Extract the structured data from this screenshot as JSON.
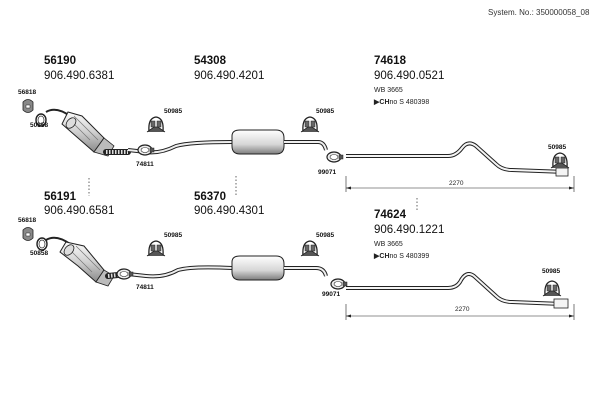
{
  "header": {
    "system_no": "System. No.: 350000058_08"
  },
  "parts": {
    "p56190": {
      "no": "56190",
      "oe": "906.490.6381"
    },
    "p54308": {
      "no": "54308",
      "oe": "906.490.4201"
    },
    "p74618": {
      "no": "74618",
      "oe": "906.490.0521",
      "wb": "WB 3665",
      "ch_prefix": "▶CH",
      "ch_suffix": "no",
      "cert": "S 480398",
      "length": "2270"
    },
    "p56191": {
      "no": "56191",
      "oe": "906.490.6581"
    },
    "p56370": {
      "no": "56370",
      "oe": "906.490.4301"
    },
    "p74624": {
      "no": "74624",
      "oe": "906.490.1221",
      "wb": "WB 3665",
      "ch_prefix": "▶CH",
      "ch_suffix": "no",
      "cert": "S 480399",
      "length": "2270"
    }
  },
  "accessories": {
    "a56818": "56818",
    "a50858": "50858",
    "a74811": "74811",
    "a50985": "50985",
    "a99071": "99071"
  },
  "colors": {
    "line": "#222222",
    "fill": "#f2f2f2",
    "shade": "#9a9a9a",
    "dark": "#444444"
  }
}
